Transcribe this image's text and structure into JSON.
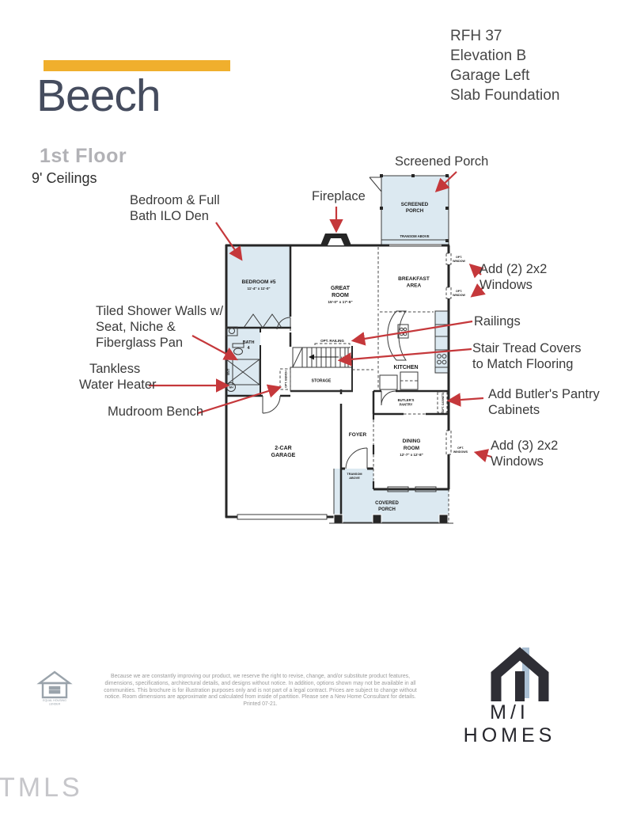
{
  "header": {
    "plan_name": "Beech",
    "floor_label": "1st Floor",
    "ceiling_label": "9' Ceilings",
    "spec_lines": [
      "RFH 37",
      "Elevation B",
      "Garage Left",
      "Slab Foundation"
    ]
  },
  "callouts": {
    "screened_porch": "Screened Porch",
    "fireplace": "Fireplace",
    "bedroom_ilo_1": "Bedroom & Full",
    "bedroom_ilo_2": "Bath ILO Den",
    "tiled_shower_1": "Tiled Shower Walls w/",
    "tiled_shower_2": "Seat, Niche &",
    "tiled_shower_3": "Fiberglass Pan",
    "tankless_1": "Tankless",
    "tankless_2": "Water Heater",
    "mudroom_bench": "Mudroom Bench",
    "add2_windows_1": "Add (2) 2x2",
    "add2_windows_2": "Windows",
    "railings": "Railings",
    "stair_tread_1": "Stair Tread Covers",
    "stair_tread_2": "to Match Flooring",
    "butlers_1": "Add Butler's Pantry",
    "butlers_2": "Cabinets",
    "add3_windows_1": "Add (3) 2x2",
    "add3_windows_2": "Windows"
  },
  "plan": {
    "screened_porch_1": "SCREENED",
    "screened_porch_2": "PORCH",
    "transom_above": "TRANSOM ABOVE",
    "bedroom5_name": "BEDROOM #5",
    "bedroom5_dim": "11'-4\" x 11'-0\"",
    "great_1": "GREAT",
    "great_2": "ROOM",
    "great_dim": "15'-0\" x 17'-5\"",
    "breakfast_1": "BREAKFAST",
    "breakfast_2": "AREA",
    "kitchen": "KITCHEN",
    "bath_1": "BATH",
    "bath_2": "4",
    "seat": "SEAT",
    "wh": "WH",
    "opt_bench": "OPT. BENCH",
    "opt_railing": "OPT. RAILING",
    "up": "UP",
    "storage": "STORAGE",
    "butlers_pantry_1": "BUTLER'S",
    "butlers_pantry_2": "PANTRY",
    "opt_cabinets": "OPT. CABINETS",
    "foyer": "FOYER",
    "dining_1": "DINING",
    "dining_2": "ROOM",
    "dining_dim": "12'-7\" x 12'-8\"",
    "garage_1": "2-CAR",
    "garage_2": "GARAGE",
    "transom_1": "TRANSOM",
    "transom_2": "ABOVE",
    "covered_1": "COVERED",
    "covered_2": "PORCH",
    "opt_window_1": "OPT.",
    "opt_window_2": "WINDOW",
    "opt_windows_2": "WINDOWS"
  },
  "footer": {
    "disclaimer": "Because we are constantly improving our product, we reserve the right to revise, change, and/or substitute product features, dimensions, specifications, architectural details, and designs without notice. In addition, options shown may not be available in all communities. This brochure is for illustration purposes only and is not part of a legal contract. Prices are subject to change without notice. Room dimensions are approximate and calculated from inside of partition. Please see a New Home Consultant for details. Printed 07-21.",
    "brand": "M/I HOMES",
    "equal_housing_1": "EQUAL HOUSING",
    "equal_housing_2": "LENDER"
  },
  "watermark": "TMLS",
  "colors": {
    "accent": "#F0AF2D",
    "arrow": "#C5383B",
    "plan_fill": "#DCE9F1",
    "title": "#454C5E"
  }
}
